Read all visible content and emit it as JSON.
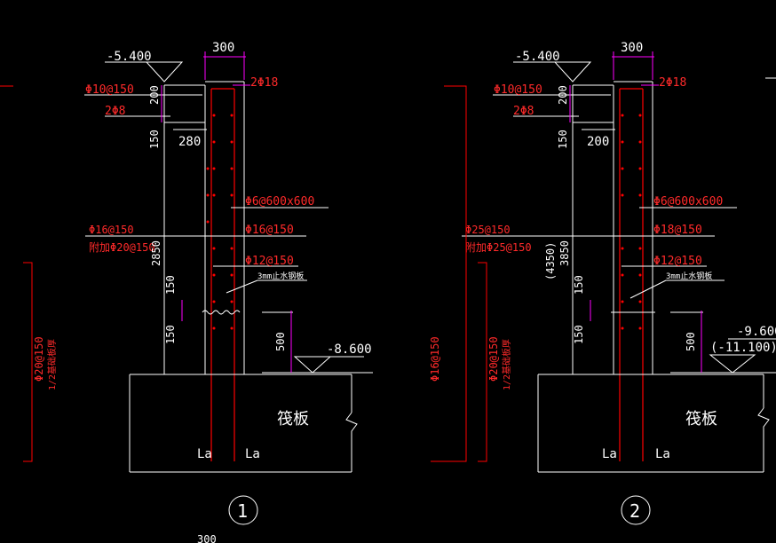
{
  "colors": {
    "background": "#000000",
    "outline": "#ffffff",
    "dim": "#ff00ff",
    "rebar_label": "#ff2a2a",
    "wall_rebar": "#ff0000"
  },
  "details": [
    {
      "top_elev": "-5.400",
      "width": "300",
      "top_bar": "2Φ18",
      "stirrup": "Φ10@150",
      "small_bar": "2Φ8",
      "dim_200": "200",
      "dim_150_a": "150",
      "beam_w": "280",
      "tie": "Φ6@600x600",
      "mid_left_1": "Φ16@150",
      "mid_left_2": "附加Φ20@150",
      "mid_right": "Φ16@150",
      "height": "2850",
      "height_alt": "",
      "horiz": "Φ12@150",
      "plate": "3mm止水钢板",
      "dim_150_b": "150",
      "dim_150_c": "150",
      "dim_500": "500",
      "bot_elev": "-8.600",
      "bot_elev_alt": "",
      "raft": "筏板",
      "la_left": "La",
      "la_right": "La",
      "side_bar": "Φ20@150",
      "side_note": "1/2基础板厚",
      "far_left_bar": "",
      "number": "1"
    },
    {
      "top_elev": "-5.400",
      "width": "300",
      "top_bar": "2Φ18",
      "stirrup": "Φ10@150",
      "small_bar": "2Φ8",
      "dim_200": "200",
      "dim_150_a": "150",
      "beam_w": "200",
      "tie": "Φ6@600x600",
      "mid_left_1": "Φ25@150",
      "mid_left_2": "附加Φ25@150",
      "mid_right": "Φ18@150",
      "height": "3850",
      "height_alt": "(4350)",
      "horiz": "Φ12@150",
      "plate": "3mm止水钢板",
      "dim_150_b": "150",
      "dim_150_c": "150",
      "dim_500": "500",
      "bot_elev": "-9.600",
      "bot_elev_alt": "(-11.100)",
      "raft": "筏板",
      "la_left": "La",
      "la_right": "La",
      "side_bar": "Φ20@150",
      "side_note": "1/2基础板厚",
      "far_left_bar": "Φ16@150",
      "number": "2"
    }
  ],
  "bottom_fragment": "300"
}
